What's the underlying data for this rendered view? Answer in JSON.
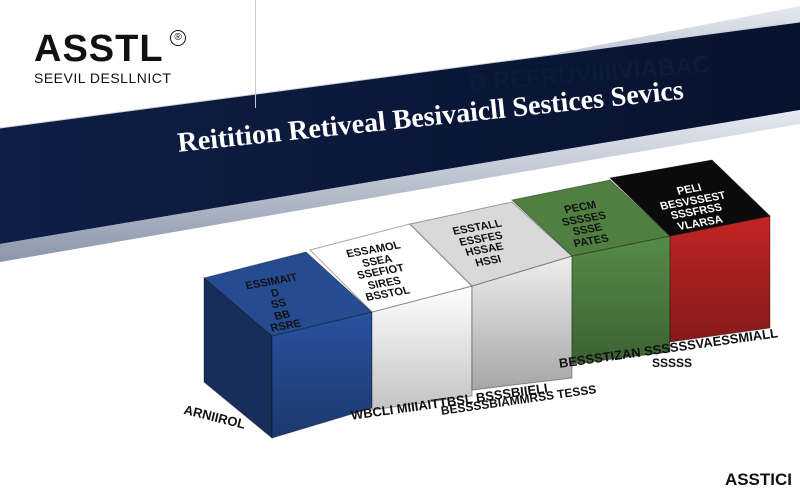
{
  "logo": {
    "title": "ASSTL",
    "registered": "®",
    "subtitle": "SEEVIL DESLLNICT"
  },
  "banner": {
    "line1": "D REFRUVIIIIVIABAC",
    "line2": "Reitition  Retiveal Besivaicll Sestices Sevics",
    "colors": {
      "dark": "#0b1839",
      "stripe": "#9aa7bd"
    }
  },
  "blocks": [
    {
      "name": "blue",
      "color": "#23478a",
      "lines": [
        "ESSIMAIT",
        "D",
        "SS",
        "BB",
        "RSRE"
      ]
    },
    {
      "name": "white",
      "color": "#f4f4f4",
      "lines": [
        "ESSAMOL",
        "SSEA",
        "SSEFIOT",
        "SIRES",
        "BSSTOL"
      ]
    },
    {
      "name": "gray-white",
      "color": "#cfcfcf",
      "lines": [
        "ESSTALL",
        "ESSFES",
        "HSSAE",
        "HSSI"
      ]
    },
    {
      "name": "green",
      "color": "#4b7a3e",
      "lines": [
        "PECM",
        "SSSSES",
        "SSSE",
        "PATES"
      ]
    },
    {
      "name": "red",
      "color": "#a8201f",
      "lines": [
        "PELI",
        "BESVSSEST",
        "SSSFRSS",
        "VLARSA"
      ]
    }
  ],
  "labels": {
    "bottom_left": "ARNIIROL",
    "center": "WBCLI MIIIAITTBSL BSSSBIIELI",
    "center_sub": "BESSSSBIAMMRSS  TESSS",
    "right": "BESSSTIZAN SSSSSSVAESSMIALL",
    "right_sub": "SSSSS"
  },
  "footer": "ASSTICI"
}
